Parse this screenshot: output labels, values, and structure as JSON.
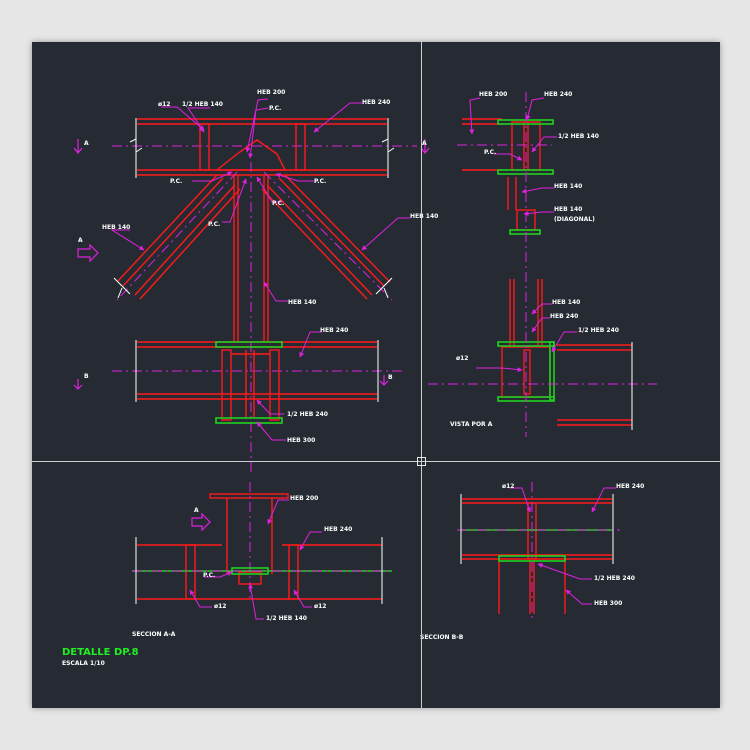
{
  "colors": {
    "background": "#262b33",
    "steel": "#ff1a1a",
    "annotation": "#e020e0",
    "text": "#ffffff",
    "plate": "#20d020",
    "title": "#22ee22",
    "crosshair": "#cfcfcf"
  },
  "labels": {
    "heb200_top": "HEB 200",
    "half_heb140_top": "1/2 HEB 140",
    "phi12_top": "ø12",
    "pc_a": "P.C.",
    "pc_b": "P.C.",
    "pc_c": "P.C.",
    "pc_d": "P.C.",
    "pc_e": "P.C.",
    "heb240_top": "HEB 240",
    "heb140_left": "HEB 140",
    "heb140_right": "HEB 140",
    "heb140_center": "HEB 140",
    "heb240_mid": "HEB 240",
    "half_heb240_mid": "1/2 HEB 240",
    "heb300_mid": "HEB 300",
    "cut_a_top": "A",
    "cut_a_right": "A",
    "cut_a_left": "A",
    "cut_b_left": "B",
    "cut_b_right": "B",
    "r_heb200": "HEB 200",
    "r_heb240": "HEB 240",
    "r_half_heb140": "1/2 HEB 140",
    "r_pc": "P.C.",
    "r_heb140_a": "HEB 140",
    "r_heb140_b": "HEB 140",
    "r_diagonal": "(DIAGONAL)",
    "r2_heb140": "HEB 140",
    "r2_heb240": "HEB 240",
    "r2_half_heb240": "1/2 HEB 240",
    "r2_phi12": "ø12",
    "vista": "VISTA POR A",
    "s_heb200": "HEB 200",
    "s_heb240": "HEB 240",
    "s_arrow_a": "A",
    "s_pc": "P.C.",
    "s_phi12_left": "ø12",
    "s_phi12_right": "ø12",
    "s_half_heb140": "1/2 HEB 140",
    "seccion_aa": "SECCION A-A",
    "b_phi12": "ø12",
    "b_heb240": "HEB 240",
    "b_half_heb240": "1/2 HEB 240",
    "b_heb300": "HEB 300",
    "seccion_bb": "SECCION B-B",
    "detail_title": "DETALLE DP.8",
    "scale": "ESCALA 1/10"
  }
}
